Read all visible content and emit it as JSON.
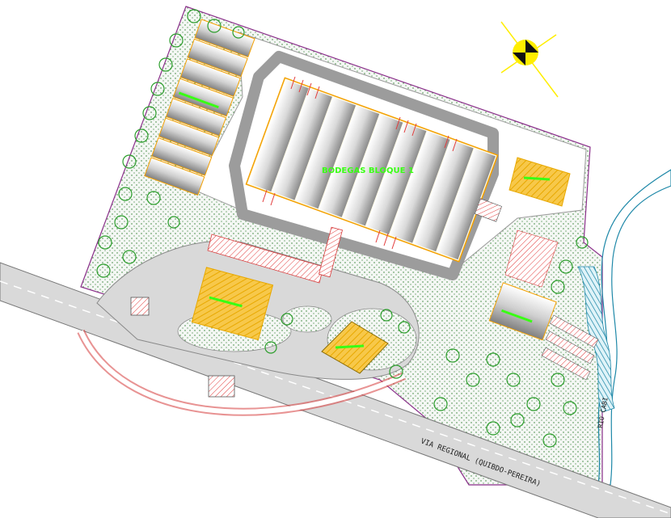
{
  "labels": {
    "warehouses": "BODEGAS BLOQUE 1",
    "road": "VIA REGIONAL (QUIBDO-PEREIRA)",
    "river": "RIO CABI"
  },
  "colors": {
    "vegetation": "#eef3ee",
    "tree": "#2a9d2a",
    "building_roof": "#e9e9e9",
    "building_edge": "#f3a000",
    "hall_fill": "#f7c84a",
    "hall_hatch": "#e8a800",
    "parking_stripe": "#e23b3b",
    "accent_green": "#39ff14",
    "river": "#1e88a8",
    "road": "#cfcfcf",
    "paving": "#d6d6d6",
    "boundary": "#8b2f8b",
    "north_arrow": "#ffee00"
  },
  "icons": {
    "north_arrow": "north-arrow-icon"
  }
}
